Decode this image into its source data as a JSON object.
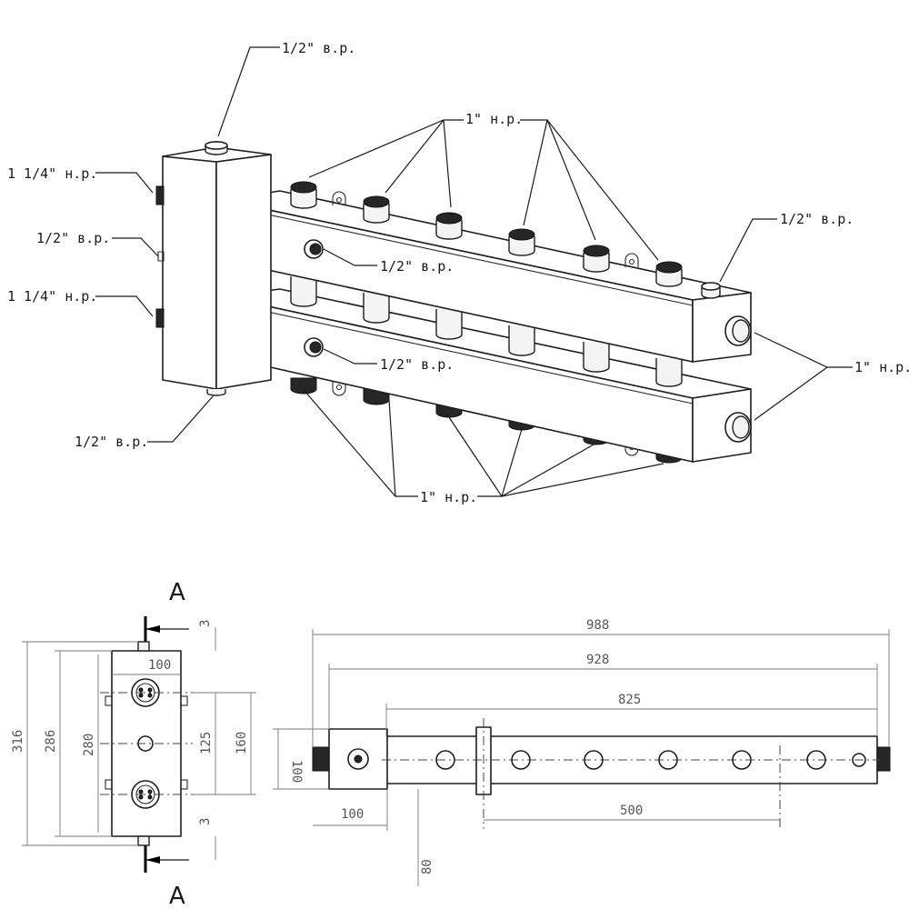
{
  "iso_view": {
    "labels": {
      "top_center": "1/2\" в.р.",
      "left_top": "1 1/4\" н.р.",
      "left_mid": "1/2\" в.р.",
      "left_bottom": "1 1/4\" н.р.",
      "bottom_left": "1/2\" в.р.",
      "top_outlets": "1\" н.р.",
      "top_right": "1/2\" в.р.",
      "mid_upper": "1/2\" в.р.",
      "mid_lower": "1/2\" в.р.",
      "right_outlets": "1\" н.р.",
      "bottom_outlets": "1\" н.р."
    }
  },
  "side_view": {
    "section_top": "A",
    "section_bottom": "A",
    "dims": {
      "d3_top": "3",
      "d100": "100",
      "d316": "316",
      "d286": "286",
      "d280": "280",
      "d125": "125",
      "d160": "160",
      "d3_bottom": "3"
    }
  },
  "front_view": {
    "dims": {
      "d988": "988",
      "d928": "928",
      "d825": "825",
      "d100_height": "100",
      "d100_width": "100",
      "d500": "500",
      "d80": "80"
    }
  }
}
